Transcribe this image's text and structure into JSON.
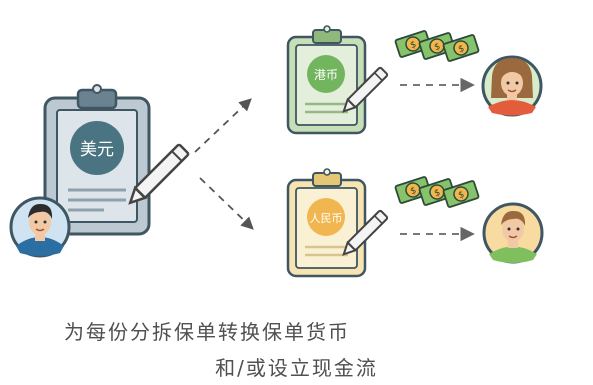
{
  "source": {
    "currency_label": "美元"
  },
  "targets": [
    {
      "currency_label": "港币"
    },
    {
      "currency_label": "人民币"
    }
  ],
  "caption": {
    "line1": "为每份分拆保单转换保单货币",
    "line2": "和/或设立现金流"
  },
  "colors": {
    "source_clipboard": "#bcc8d2",
    "source_badge": "#4a7482",
    "target1_clipboard": "#c6dfb6",
    "target1_badge": "#72b55e",
    "target2_clipboard": "#f6e4b2",
    "target2_badge": "#f1b650",
    "money_green": "#86c36a",
    "coin_gold": "#f2b64a",
    "pen": "#f4f4f4",
    "arrow": "#555555"
  },
  "icons": [
    "clipboard-icon",
    "pen-icon",
    "money-stack-icon",
    "person-avatar-icon",
    "dashed-arrow-icon"
  ]
}
